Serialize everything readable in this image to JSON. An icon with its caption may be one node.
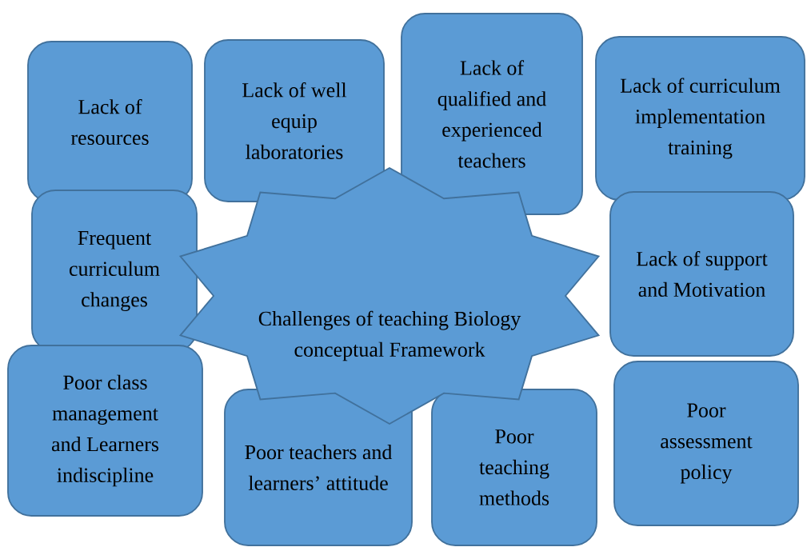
{
  "diagram": {
    "nodes": [
      {
        "text": [
          "Lack of resources"
        ]
      },
      {
        "text": [
          "Lack of well equip laboratories"
        ]
      },
      {
        "text": [
          "Lack of qualified and experienced teachers"
        ]
      },
      {
        "text": [
          "Lack of curriculum implementation training"
        ]
      },
      {
        "text": [
          "Frequent curriculum changes"
        ]
      },
      {
        "text": [
          "Lack of support and Motivation"
        ]
      },
      {
        "text": [
          "Poor class management and Learners indiscipline"
        ]
      },
      {
        "text": [
          "Poor teachers and learners’ attitude"
        ]
      },
      {
        "text": [
          "Poor teaching methods"
        ]
      },
      {
        "text": [
          "Poor assessment policy"
        ]
      },
      {
        "text": [
          "Challenges of teaching Biology conceptual Framework"
        ]
      }
    ]
  }
}
